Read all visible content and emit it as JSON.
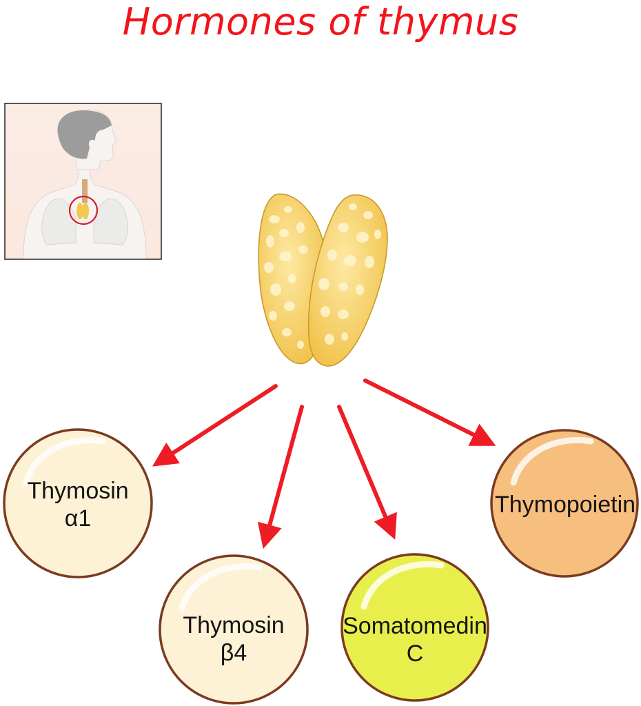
{
  "title": "Hormones of thymus",
  "colors": {
    "title": "#f2141b",
    "arrow": "#ee1c24",
    "gland": "#f5c94e",
    "circle_border": "#7b3b20"
  },
  "hormones": [
    {
      "line1": "Thymosin",
      "line2": "α1",
      "fill": "#fdf1d6"
    },
    {
      "line1": "Thymosin",
      "line2": "β4",
      "fill": "#fdf1d6"
    },
    {
      "line1": "Somatomedin",
      "line2": "C",
      "fill": "#e8ef4c"
    },
    {
      "line1": "Thymopoietin",
      "line2": "",
      "fill": "#f6bf7e"
    }
  ]
}
